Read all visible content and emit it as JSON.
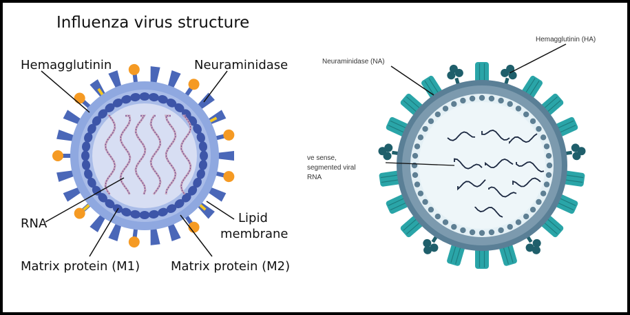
{
  "left_diagram": {
    "title": "Influenza virus structure",
    "labels": {
      "hemagglutinin": "Hemagglutinin",
      "neuraminidase": "Neuraminidase",
      "rna": "RNA",
      "lipid_membrane_line1": "Lipid",
      "lipid_membrane_line2": "membrane",
      "matrix_m1": "Matrix protein (M1)",
      "matrix_m2": "Matrix protein (M2)"
    }
  },
  "right_diagram": {
    "labels": {
      "neuraminidase": "Neuraminidase (NA)",
      "hemagglutinin": "Hemagglutinin (HA)",
      "rna_line1": "ve sense,",
      "rna_line2": "segmented viral",
      "rna_line3": "RNA"
    }
  },
  "colors": {
    "membrane_outer": "#8fa8e0",
    "membrane_inner": "#c8d4f2",
    "matrix_beads": "#3d55a8",
    "spike_blue": "#4a67b8",
    "neuraminidase_orange": "#f59a23",
    "m2_yellow": "#f2c522",
    "teal_spike": "#2aa5a8",
    "dark_teal": "#1f5f6b",
    "rna_dark": "#1a2740"
  }
}
